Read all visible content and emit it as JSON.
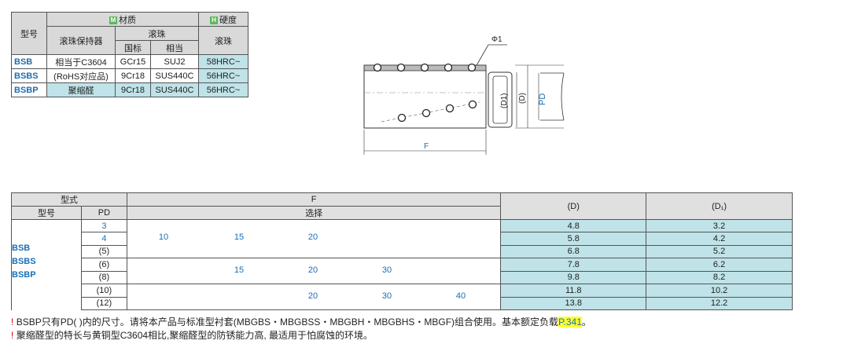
{
  "material_table": {
    "col_model": "型号",
    "group_material_badge": "M",
    "group_material": "材质",
    "group_hardness_badge": "H",
    "group_hardness": "硬度",
    "col_retainer": "滚珠保持器",
    "col_ball": "滚珠",
    "col_ball_std": "国标",
    "col_ball_equiv": "相当",
    "col_hardness": "滚珠",
    "rows": [
      {
        "model": "BSB",
        "retainer": "相当于C3604",
        "std": "GCr15",
        "equiv": "SUJ2",
        "hardness": "58HRC~"
      },
      {
        "model": "BSBS",
        "retainer": "(RoHS对应品)",
        "std": "9Cr18",
        "equiv": "SUS440C",
        "hardness": "56HRC~"
      },
      {
        "model": "BSBP",
        "retainer": "聚缩醛",
        "std": "9Cr18",
        "equiv": "SUS440C",
        "hardness": "56HRC~"
      }
    ]
  },
  "drawing": {
    "phi_label": "Φ1",
    "d1_label": "(D1)",
    "d_label": "(D)",
    "pd_label": "PD",
    "f_label": "F"
  },
  "spec_table": {
    "header_type": "型式",
    "header_model": "型号",
    "header_pd": "PD",
    "header_f": "F",
    "header_select": "选择",
    "header_d": "(D)",
    "header_d1": "(D₁)",
    "models": [
      "BSB",
      "BSBS",
      "BSBP"
    ],
    "rows": [
      {
        "pd": "3",
        "d": "4.8",
        "d1": "3.2"
      },
      {
        "pd": "4",
        "d": "5.8",
        "d1": "4.2"
      },
      {
        "pd": "(5)",
        "d": "6.8",
        "d1": "5.2"
      },
      {
        "pd": "(6)",
        "d": "7.8",
        "d1": "6.2"
      },
      {
        "pd": "(8)",
        "d": "9.8",
        "d1": "8.2"
      },
      {
        "pd": "(10)",
        "d": "11.8",
        "d1": "10.2"
      },
      {
        "pd": "(12)",
        "d": "13.8",
        "d1": "12.2"
      }
    ],
    "f_groups": [
      {
        "values": [
          "10",
          "15",
          "20"
        ]
      },
      {
        "values": [
          "15",
          "20",
          "30"
        ]
      },
      {
        "values": [
          "20",
          "30",
          "40"
        ]
      }
    ]
  },
  "notes": {
    "line1": "BSBP只有PD(   )内的尺寸。请将本产品与标准型衬套(MBGBS・MBGBSS・MBGBH・MBGBHS・MBGF)组合使用。基本额定负载",
    "line1_link": "P.341",
    "line1_end": "。",
    "line2": "聚缩醛型的特长与黄铜型C3604相比,聚缩醛型的防锈能力高, 最适用于怕腐蚀的环境。",
    "icon": "!"
  }
}
